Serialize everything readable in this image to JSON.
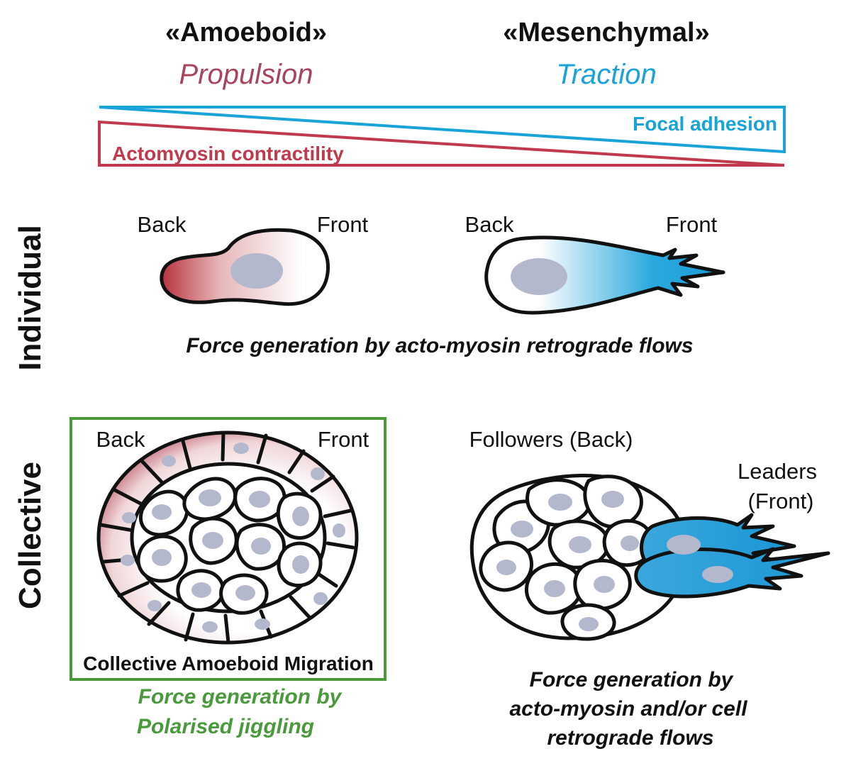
{
  "headers": {
    "amoeboid": "«Amoeboid»",
    "mesenchymal": "«Mesenchymal»",
    "propulsion": "Propulsion",
    "traction": "Traction"
  },
  "gradients": {
    "focal_adhesion": "Focal adhesion",
    "actomyosin": "Actomyosin contractility"
  },
  "rows": {
    "individual": "Individual",
    "collective": "Collective"
  },
  "individual": {
    "amoeboid_back": "Back",
    "amoeboid_front": "Front",
    "mesenchymal_back": "Back",
    "mesenchymal_front": "Front",
    "force": "Force generation by acto-myosin retrograde flows"
  },
  "collective": {
    "amoeboid_back": "Back",
    "amoeboid_front": "Front",
    "box_title": "Collective Amoeboid Migration",
    "amoeboid_force_line1": "Force generation by",
    "amoeboid_force_line2": "Polarised jiggling",
    "followers": "Followers (Back)",
    "leaders_line1": "Leaders",
    "leaders_line2": "(Front)",
    "mes_force_line1": "Force generation by",
    "mes_force_line2": "acto-myosin and/or cell",
    "mes_force_line3": "retrograde flows"
  },
  "colors": {
    "amoeboid": "#a8455e",
    "mesenchymal": "#1aa3d6",
    "actomyosin_bar": "#c0394c",
    "focal_bar": "#1aa3d6",
    "collective_box": "#4a9a3d",
    "nucleus": "#b4b8cc"
  }
}
